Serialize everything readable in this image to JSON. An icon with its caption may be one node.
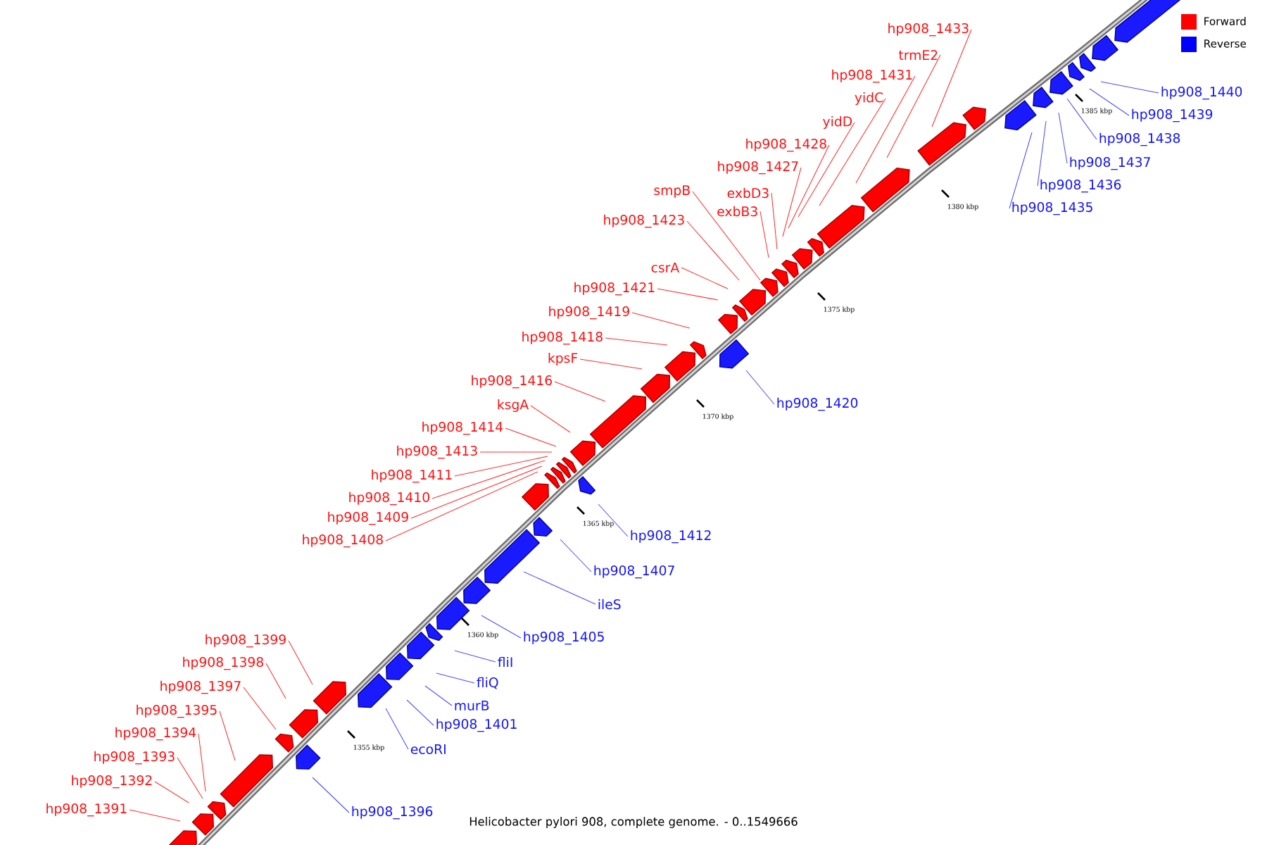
{
  "diagram": {
    "caption": "Helicobacter pylori 908, complete genome. - 0..1549666",
    "nodes": [
      {
        "text": [
          "hp908_1433"
        ]
      },
      {
        "text": [
          "trmE2"
        ]
      },
      {
        "text": [
          "hp908_1431"
        ]
      },
      {
        "text": [
          "yidC"
        ]
      },
      {
        "text": [
          "yidD"
        ]
      },
      {
        "text": [
          "hp908_1428"
        ]
      },
      {
        "text": [
          "hp908_1427"
        ]
      },
      {
        "text": [
          "exbD3"
        ]
      },
      {
        "text": [
          "smpB"
        ]
      },
      {
        "text": [
          "exbB3"
        ]
      },
      {
        "text": [
          "hp908_1423"
        ]
      },
      {
        "text": [
          "csrA"
        ]
      },
      {
        "text": [
          "hp908_1421"
        ]
      },
      {
        "text": [
          "hp908_1419"
        ]
      },
      {
        "text": [
          "hp908_1418"
        ]
      },
      {
        "text": [
          "kpsF"
        ]
      },
      {
        "text": [
          "hp908_1416"
        ]
      },
      {
        "text": [
          "ksgA"
        ]
      },
      {
        "text": [
          "hp908_1414"
        ]
      },
      {
        "text": [
          "hp908_1413"
        ]
      },
      {
        "text": [
          "hp908_1411"
        ]
      },
      {
        "text": [
          "hp908_1410"
        ]
      },
      {
        "text": [
          "hp908_1409"
        ]
      },
      {
        "text": [
          "hp908_1408"
        ]
      },
      {
        "text": [
          "hp908_1399"
        ]
      },
      {
        "text": [
          "hp908_1398"
        ]
      },
      {
        "text": [
          "hp908_1397"
        ]
      },
      {
        "text": [
          "hp908_1395"
        ]
      },
      {
        "text": [
          "hp908_1394"
        ]
      },
      {
        "text": [
          "hp908_1393"
        ]
      },
      {
        "text": [
          "hp908_1392"
        ]
      },
      {
        "text": [
          "hp908_1391"
        ]
      },
      {
        "text": [
          "hp908_1440"
        ]
      },
      {
        "text": [
          "hp908_1439"
        ]
      },
      {
        "text": [
          "hp908_1438"
        ]
      },
      {
        "text": [
          "hp908_1437"
        ]
      },
      {
        "text": [
          "hp908_1436"
        ]
      },
      {
        "text": [
          "hp908_1435"
        ]
      },
      {
        "text": [
          "hp908_1420"
        ]
      },
      {
        "text": [
          "hp908_1412"
        ]
      },
      {
        "text": [
          "hp908_1407"
        ]
      },
      {
        "text": [
          "ileS"
        ]
      },
      {
        "text": [
          "hp908_1405"
        ]
      },
      {
        "text": [
          "fliI"
        ]
      },
      {
        "text": [
          "fliQ"
        ]
      },
      {
        "text": [
          "murB"
        ]
      },
      {
        "text": [
          "hp908_1401"
        ]
      },
      {
        "text": [
          "ecoRI"
        ]
      },
      {
        "text": [
          "hp908_1396"
        ]
      }
    ],
    "edges": [
      {
        "from": 0,
        "to": null,
        "arrow": "none"
      },
      {
        "from": 1,
        "to": null,
        "arrow": "none"
      },
      {
        "from": 2,
        "to": null,
        "arrow": "none"
      },
      {
        "from": 3,
        "to": null,
        "arrow": "none"
      },
      {
        "from": 4,
        "to": null,
        "arrow": "none"
      },
      {
        "from": 5,
        "to": null,
        "arrow": "none"
      },
      {
        "from": 6,
        "to": null,
        "arrow": "none"
      },
      {
        "from": 7,
        "to": null,
        "arrow": "none"
      },
      {
        "from": 8,
        "to": null,
        "arrow": "none"
      },
      {
        "from": 9,
        "to": null,
        "arrow": "none"
      },
      {
        "from": 10,
        "to": null,
        "arrow": "none"
      },
      {
        "from": 11,
        "to": null,
        "arrow": "none"
      },
      {
        "from": 12,
        "to": null,
        "arrow": "none"
      },
      {
        "from": 13,
        "to": null,
        "arrow": "none"
      },
      {
        "from": 14,
        "to": null,
        "arrow": "none"
      },
      {
        "from": 15,
        "to": null,
        "arrow": "none"
      },
      {
        "from": 16,
        "to": null,
        "arrow": "none"
      },
      {
        "from": 17,
        "to": null,
        "arrow": "none"
      },
      {
        "from": 18,
        "to": null,
        "arrow": "none"
      },
      {
        "from": 19,
        "to": null,
        "arrow": "none"
      },
      {
        "from": 20,
        "to": null,
        "arrow": "none"
      },
      {
        "from": 21,
        "to": null,
        "arrow": "none"
      },
      {
        "from": 22,
        "to": null,
        "arrow": "none"
      },
      {
        "from": 23,
        "to": null,
        "arrow": "none"
      },
      {
        "from": 24,
        "to": null,
        "arrow": "none"
      },
      {
        "from": 25,
        "to": null,
        "arrow": "none"
      },
      {
        "from": 26,
        "to": null,
        "arrow": "none"
      },
      {
        "from": 27,
        "to": null,
        "arrow": "none"
      },
      {
        "from": 28,
        "to": null,
        "arrow": "none"
      },
      {
        "from": 29,
        "to": null,
        "arrow": "none"
      },
      {
        "from": 30,
        "to": null,
        "arrow": "none"
      },
      {
        "from": 31,
        "to": null,
        "arrow": "none"
      },
      {
        "from": 32,
        "to": null,
        "arrow": "none",
        "color": "#4d4dff"
      },
      {
        "from": 33,
        "to": null,
        "arrow": "none",
        "color": "#4d4dff"
      },
      {
        "from": 34,
        "to": null,
        "arrow": "none",
        "color": "#4d4dff"
      },
      {
        "from": 35,
        "to": null,
        "arrow": "none",
        "color": "#4d4dff"
      },
      {
        "from": 36,
        "to": null,
        "arrow": "none",
        "color": "#4d4dff"
      },
      {
        "from": 37,
        "to": null,
        "arrow": "none",
        "color": "#4d4dff"
      },
      {
        "from": 38,
        "to": null,
        "arrow": "none",
        "color": "#4d4dff"
      },
      {
        "from": 39,
        "to": null,
        "arrow": "none",
        "color": "#4d4dff"
      },
      {
        "from": 40,
        "to": null,
        "arrow": "none",
        "color": "#4d4dff"
      },
      {
        "from": 41,
        "to": null,
        "arrow": "none",
        "color": "#4d4dff"
      },
      {
        "from": 42,
        "to": null,
        "arrow": "none",
        "color": "#4d4dff"
      },
      {
        "from": 43,
        "to": null,
        "arrow": "none",
        "color": "#4d4dff"
      },
      {
        "from": 44,
        "to": null,
        "arrow": "none",
        "color": "#4d4dff"
      },
      {
        "from": 45,
        "to": null,
        "arrow": "none",
        "color": "#4d4dff"
      },
      {
        "from": 46,
        "to": null,
        "arrow": "none",
        "color": "#4d4dff"
      },
      {
        "from": 47,
        "to": null,
        "arrow": "none",
        "color": "#4d4dff"
      },
      {
        "from": 48,
        "to": null,
        "arrow": "none",
        "color": "#4d4dff"
      }
    ],
    "labels": [
      "1385 kbp",
      "1380 kbp",
      "1375 kbp",
      "1370 kbp",
      "1365 kbp",
      "1360 kbp",
      "1355 kbp"
    ],
    "legend": [
      {
        "text": "Forward",
        "color": "#ff0000"
      },
      {
        "text": "Reverse",
        "color": "#0000ff"
      }
    ]
  }
}
